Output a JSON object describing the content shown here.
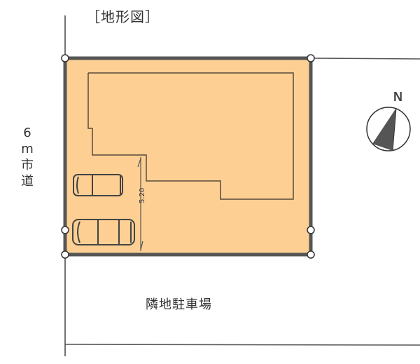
{
  "title": "［地形図］",
  "road": {
    "label_lines": [
      "6",
      "m",
      "市",
      "道"
    ]
  },
  "neighbor": {
    "label": "隣地駐車場"
  },
  "dimension": {
    "label": "5.20"
  },
  "compass": {
    "label": "N"
  },
  "colors": {
    "lot_fill": "#fdcf93",
    "lot_border": "#555555",
    "line": "#555555",
    "compass_fill": "#555555"
  }
}
